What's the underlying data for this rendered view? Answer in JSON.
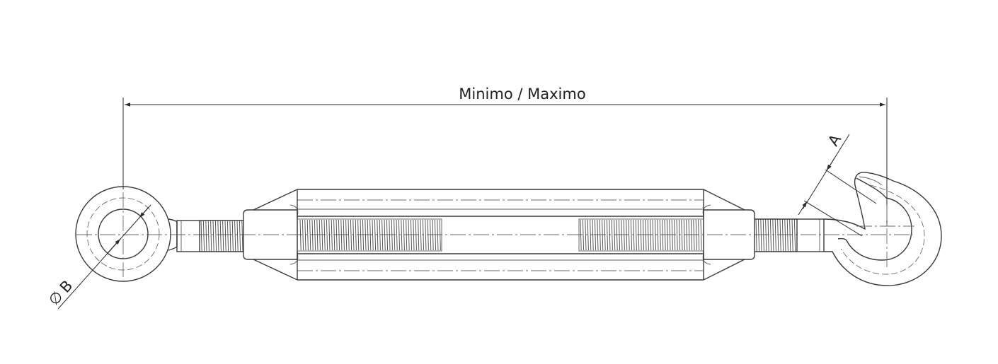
{
  "dimensions": {
    "overall_length": "Minimo / Maximo",
    "hook_throat": "A",
    "eye_diameter": "B"
  },
  "symbols": {
    "diameter": "∅"
  }
}
